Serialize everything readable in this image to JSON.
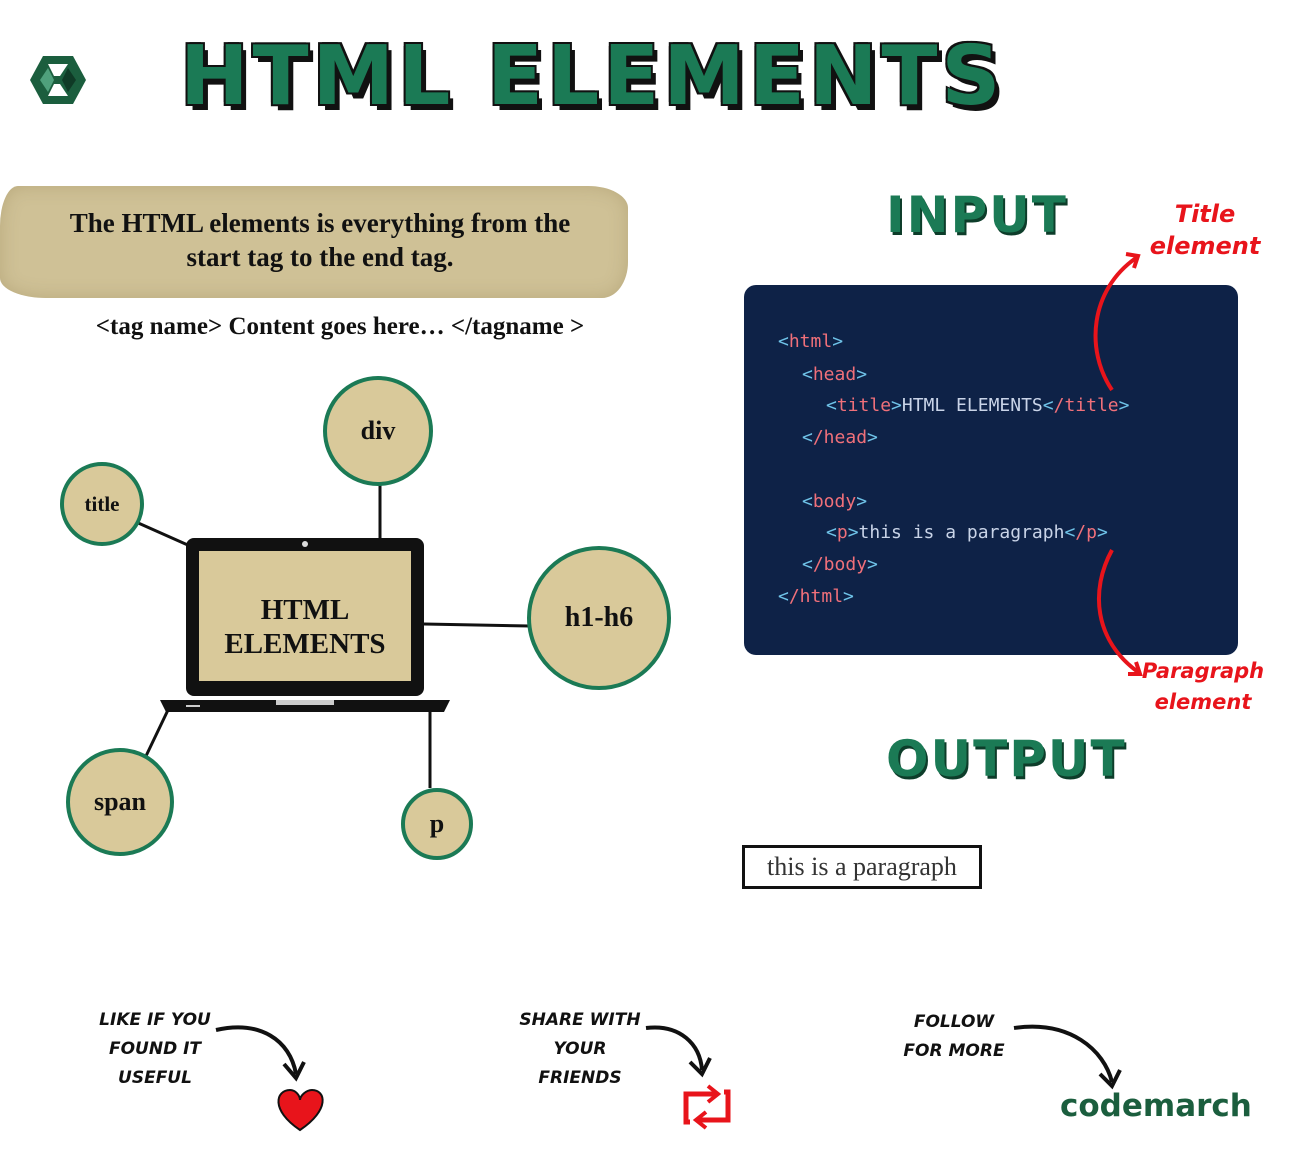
{
  "header": {
    "title": "HTML ELEMENTS",
    "logo_icon": "codemarch-logo-icon"
  },
  "intro": {
    "definition_line1": "The HTML elements is everything from the",
    "definition_line2": "start tag to the end tag.",
    "syntax": "<tag name> Content goes here… </tagname >"
  },
  "diagram": {
    "center_line1": "HTML",
    "center_line2": "ELEMENTS",
    "bubbles": {
      "title": "title",
      "div": "div",
      "h1h6": "h1-h6",
      "span": "span",
      "p": "p"
    }
  },
  "input": {
    "heading": "INPUT",
    "title_annotation_line1": "Title",
    "title_annotation_line2": "element",
    "paragraph_annotation_line1": "Paragraph",
    "paragraph_annotation_line2": "element",
    "code": {
      "html_open": "html",
      "head_open": "head",
      "title_open": "title",
      "title_text": "HTML ELEMENTS",
      "title_close": "/title",
      "head_close": "/head",
      "body_open": "body",
      "p_open": "p",
      "p_text": "this is a paragraph",
      "p_close": "/p",
      "body_close": "/body",
      "html_close": "/html"
    }
  },
  "output": {
    "heading": "OUTPUT",
    "rendered_text": "this is a paragraph"
  },
  "footer": {
    "like_line1": "Like if you",
    "like_line2": "found it",
    "like_line3": "useful",
    "like_icon": "heart-icon",
    "share_line1": "Share with",
    "share_line2": "your friends",
    "share_icon": "repost-icon",
    "follow_line1": "Follow",
    "follow_line2": "for more",
    "brand": "codemarch"
  },
  "colors": {
    "brand_green": "#1b7a55",
    "code_bg": "#0e2247",
    "annotation_red": "#e8141b",
    "bubble_fill": "#d9c99a"
  }
}
